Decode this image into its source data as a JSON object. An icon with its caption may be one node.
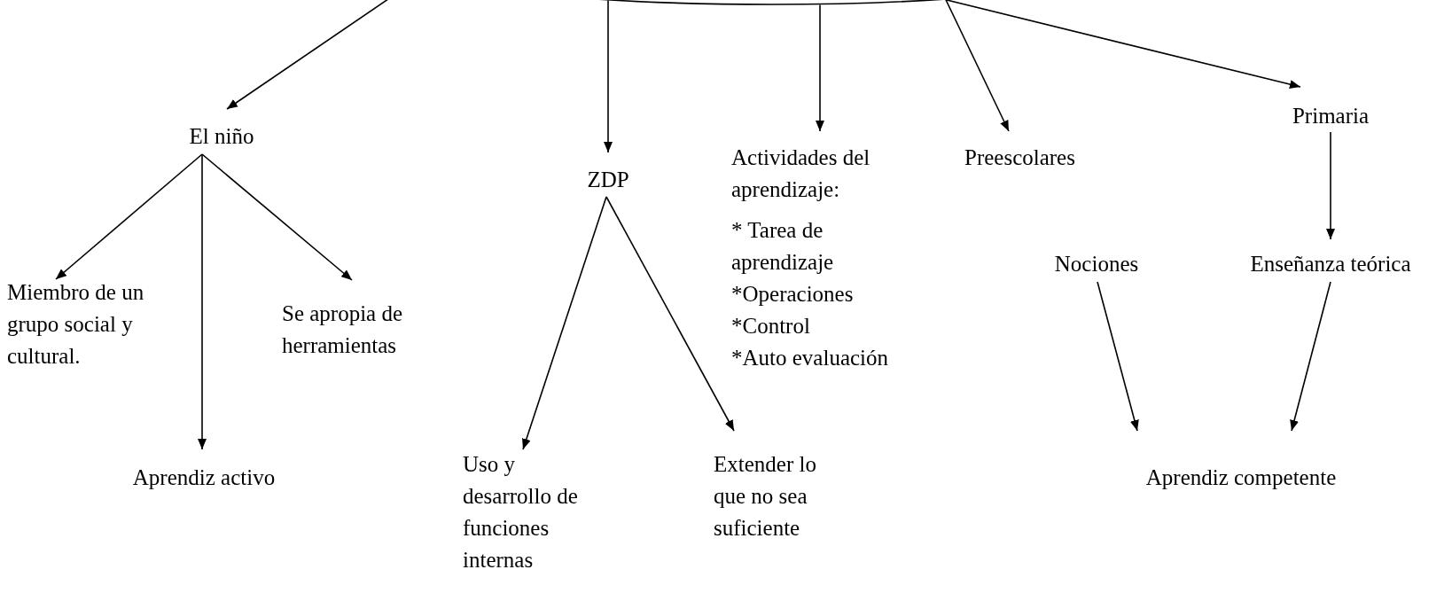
{
  "diagram": {
    "nodes": [
      {
        "text": [],
        "shape": "ellipse"
      },
      {
        "text": [
          "El niño"
        ]
      },
      {
        "text": [
          "ZDP"
        ]
      },
      {
        "text": [
          "Actividades del aprendizaje:",
          "* Tarea de aprendizaje",
          "*Operaciones",
          "*Control",
          "*Auto evaluación"
        ]
      },
      {
        "text": [
          "Preescolares"
        ]
      },
      {
        "text": [
          "Primaria"
        ]
      },
      {
        "text": [
          "Miembro de un grupo social y cultural."
        ]
      },
      {
        "text": [
          "Se apropia de herramientas"
        ]
      },
      {
        "text": [
          "Nociones"
        ]
      },
      {
        "text": [
          "Enseñanza teórica"
        ]
      },
      {
        "text": [
          "Aprendiz activo"
        ]
      },
      {
        "text": [
          "Uso y desarrollo  de funciones internas"
        ]
      },
      {
        "text": [
          "Extender lo que no sea suficiente"
        ]
      },
      {
        "text": [
          "Aprendiz competente"
        ]
      }
    ],
    "edges": [
      {
        "from": 0,
        "to": 1,
        "arrow": "to"
      },
      {
        "from": 0,
        "to": 2,
        "arrow": "to"
      },
      {
        "from": 0,
        "to": 3,
        "arrow": "to"
      },
      {
        "from": 0,
        "to": 4,
        "arrow": "to"
      },
      {
        "from": 0,
        "to": 5,
        "arrow": "to"
      },
      {
        "from": 1,
        "to": 6,
        "arrow": "to"
      },
      {
        "from": 1,
        "to": 10,
        "arrow": "to"
      },
      {
        "from": 1,
        "to": 7,
        "arrow": "to"
      },
      {
        "from": 2,
        "to": 11,
        "arrow": "to"
      },
      {
        "from": 2,
        "to": 12,
        "arrow": "to"
      },
      {
        "from": 5,
        "to": 9,
        "arrow": "to"
      },
      {
        "from": 8,
        "to": 13,
        "arrow": "to"
      },
      {
        "from": 9,
        "to": 13,
        "arrow": "to"
      }
    ]
  }
}
